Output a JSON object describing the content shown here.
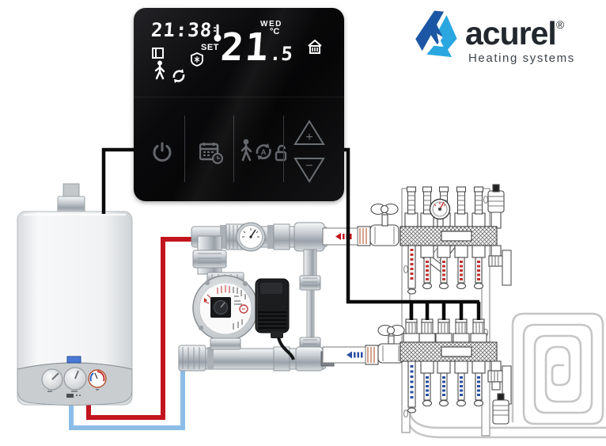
{
  "logo": {
    "brand": "acurel",
    "registered": "®",
    "tagline": "Heating systems",
    "color_dark_blue": "#1c57a5",
    "color_light_blue": "#2aa7e0",
    "text_color": "#23272e"
  },
  "thermostat": {
    "time": "21:38",
    "day": "WED",
    "set_label": "SET",
    "temp_integer": "21",
    "temp_decimal": ".5",
    "unit": "°C",
    "display_icons": [
      "thermometer-icon",
      "open-window-icon",
      "walking-person-icon",
      "auto-cycle-icon",
      "antifreeze-shield-icon",
      "heating-house-icon"
    ],
    "buttons": {
      "power": {
        "icon": "power-icon"
      },
      "schedule": {
        "icon": "calendar-clock-icon"
      },
      "mode": {
        "icon": "person-auto-lock-icons"
      },
      "up": {
        "glyph": "+"
      },
      "down": {
        "glyph": "−"
      }
    }
  },
  "diagram": {
    "components": [
      "wall-boiler",
      "pump-mixing-unit",
      "supply-manifold",
      "return-manifold",
      "floor-heating-coil"
    ],
    "manifold_circuits": 5,
    "wire_color": "#0b0b0b",
    "supply_pipe_color": "#c2151d",
    "return_pipe_color": "#8cbde8"
  }
}
